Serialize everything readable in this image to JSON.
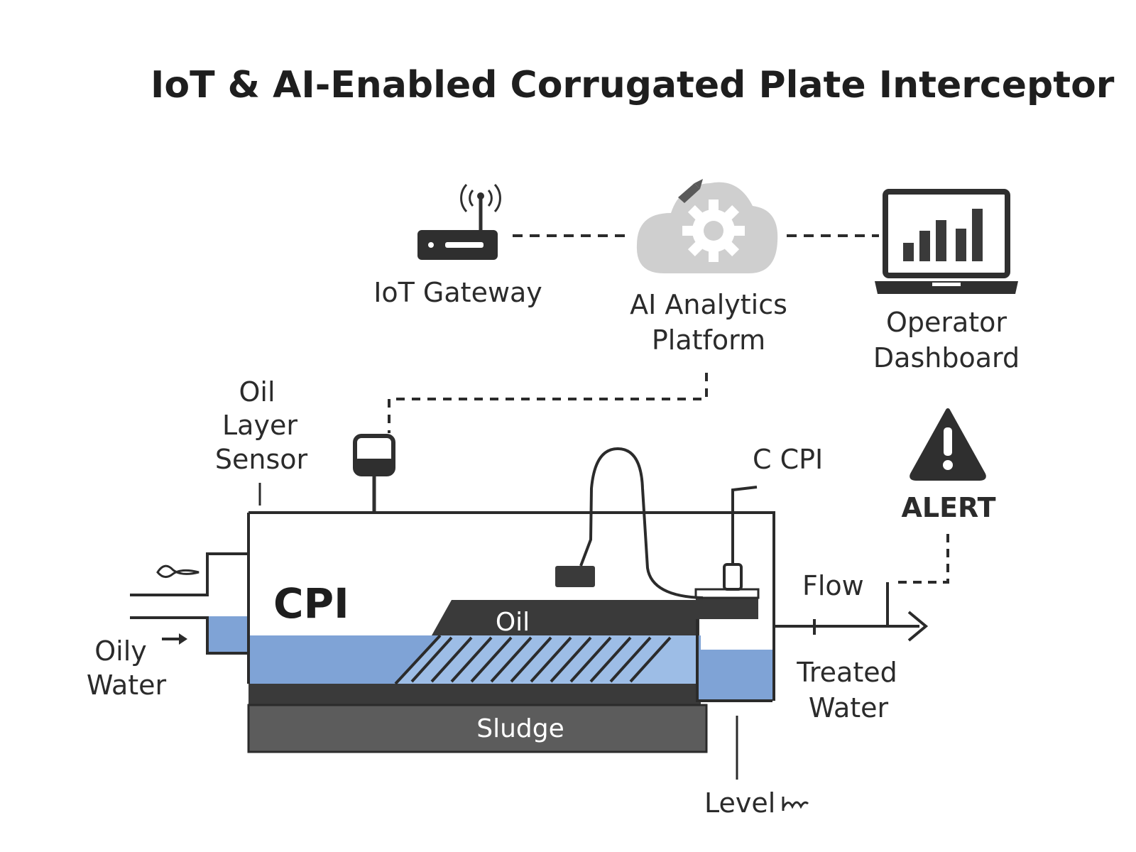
{
  "title": "IoT & AI-Enabled Corrugated Plate Interceptor",
  "nodes": {
    "gateway": {
      "label": "IoT Gateway",
      "icon": "router-icon"
    },
    "platform": {
      "label_lines": [
        "AI Analytics",
        "Platform"
      ],
      "icon": "cloud-gear-icon"
    },
    "dashboard": {
      "label_lines": [
        "Operator",
        "Dashboard"
      ],
      "icon": "laptop-chart-icon"
    }
  },
  "sensors": {
    "oil_layer": {
      "label_lines": [
        "Oil",
        "Layer",
        "Sensor"
      ],
      "icon": "sensor-box-icon"
    },
    "ccpi": {
      "label": "C CPI"
    },
    "level": {
      "label": "Level",
      "icon": "wave-icon"
    },
    "flow": {
      "label": "Flow"
    }
  },
  "tank": {
    "label": "CPI",
    "oil_label": "Oil",
    "sludge_label": "Sludge"
  },
  "inlet": {
    "label_lines": [
      "Oily",
      "Water"
    ]
  },
  "outlet": {
    "label_lines": [
      "Treated",
      "Water"
    ]
  },
  "alert": {
    "label": "ALERT",
    "icon": "warning-triangle-icon"
  },
  "colors": {
    "water": "#7fa3d6",
    "water_light": "#9dbde6",
    "oil": "#3a3a3a",
    "sludge": "#5c5c5c",
    "cloud": "#cfcfcf",
    "stroke": "#2b2b2b"
  }
}
